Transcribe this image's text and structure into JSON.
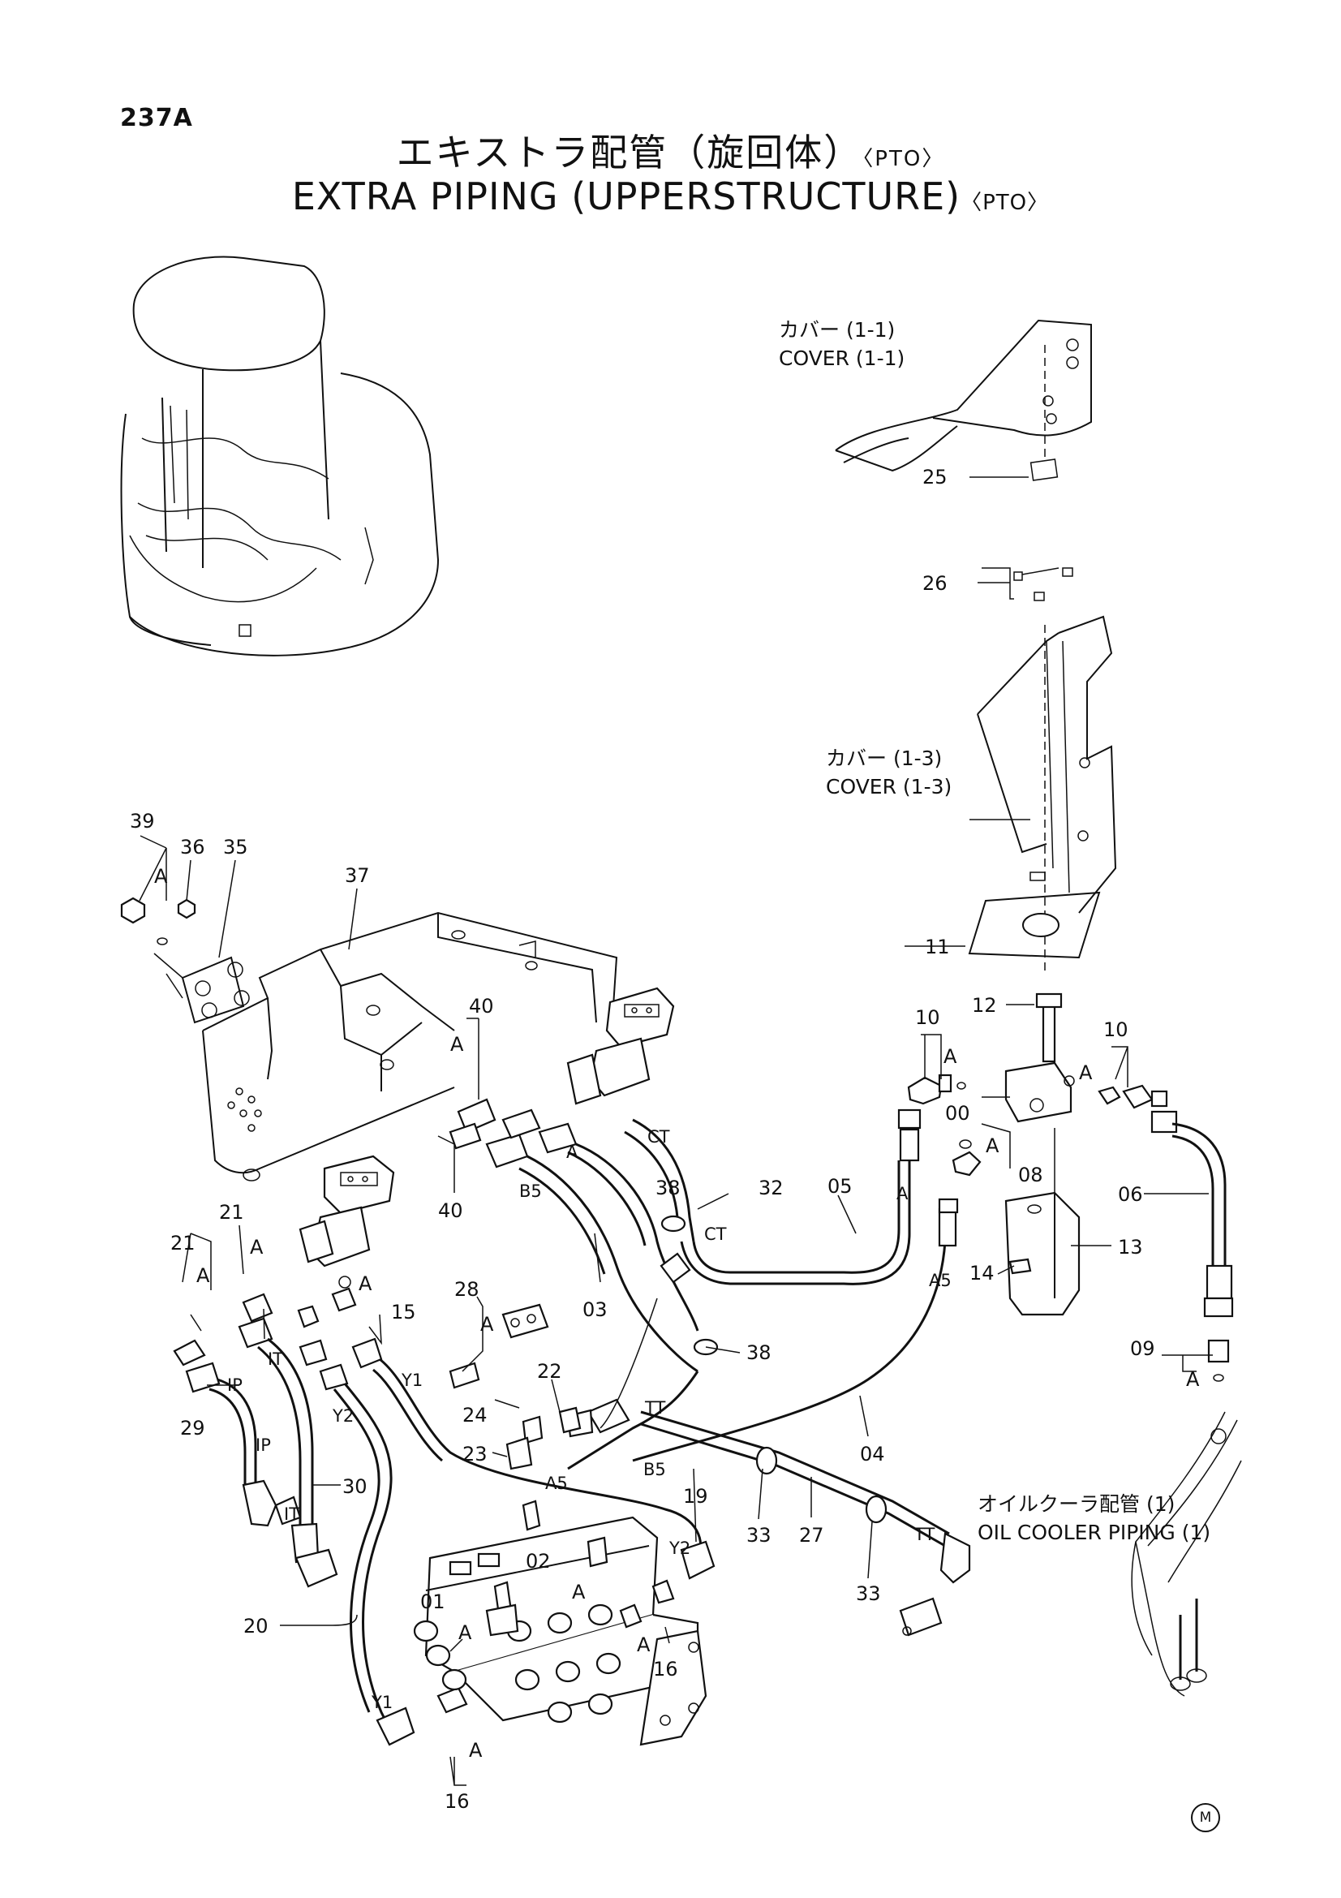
{
  "page": {
    "number": "237A",
    "corner_mark": "M"
  },
  "title": {
    "jp": "エキストラ配管（旋回体）",
    "jp_tag": "〈PTO〉",
    "en": "EXTRA PIPING (UPPERSTRUCTURE)",
    "en_tag": "〈PTO〉"
  },
  "labels": {
    "cover_1_1_jp": "カバー (1-1)",
    "cover_1_1_en": "COVER (1-1)",
    "cover_1_3_jp": "カバー (1-3)",
    "cover_1_3_en": "COVER (1-3)",
    "oil_cooler_jp": "オイルクーラ配管 (1)",
    "oil_cooler_en": "OIL COOLER PIPING (1)"
  },
  "callouts": [
    "39",
    "36",
    "35",
    "37",
    "A",
    "40",
    "A",
    "40",
    "25",
    "26",
    "11",
    "12",
    "10",
    "10",
    "A",
    "A",
    "00",
    "A",
    "08",
    "06",
    "13",
    "14",
    "09",
    "A",
    "05",
    "A",
    "A5",
    "32",
    "CT",
    "CT",
    "38",
    "B5",
    "A",
    "03",
    "38",
    "21",
    "21",
    "A",
    "A",
    "A",
    "15",
    "28",
    "A",
    "IT",
    "IT",
    "IP",
    "IP",
    "29",
    "30",
    "Y1",
    "Y2",
    "22",
    "24",
    "23",
    "TT",
    "04",
    "A5",
    "B5",
    "19",
    "Y2",
    "33",
    "27",
    "TT",
    "33",
    "02",
    "A",
    "01",
    "A",
    "A",
    "16",
    "20",
    "Y1",
    "A",
    "16"
  ]
}
